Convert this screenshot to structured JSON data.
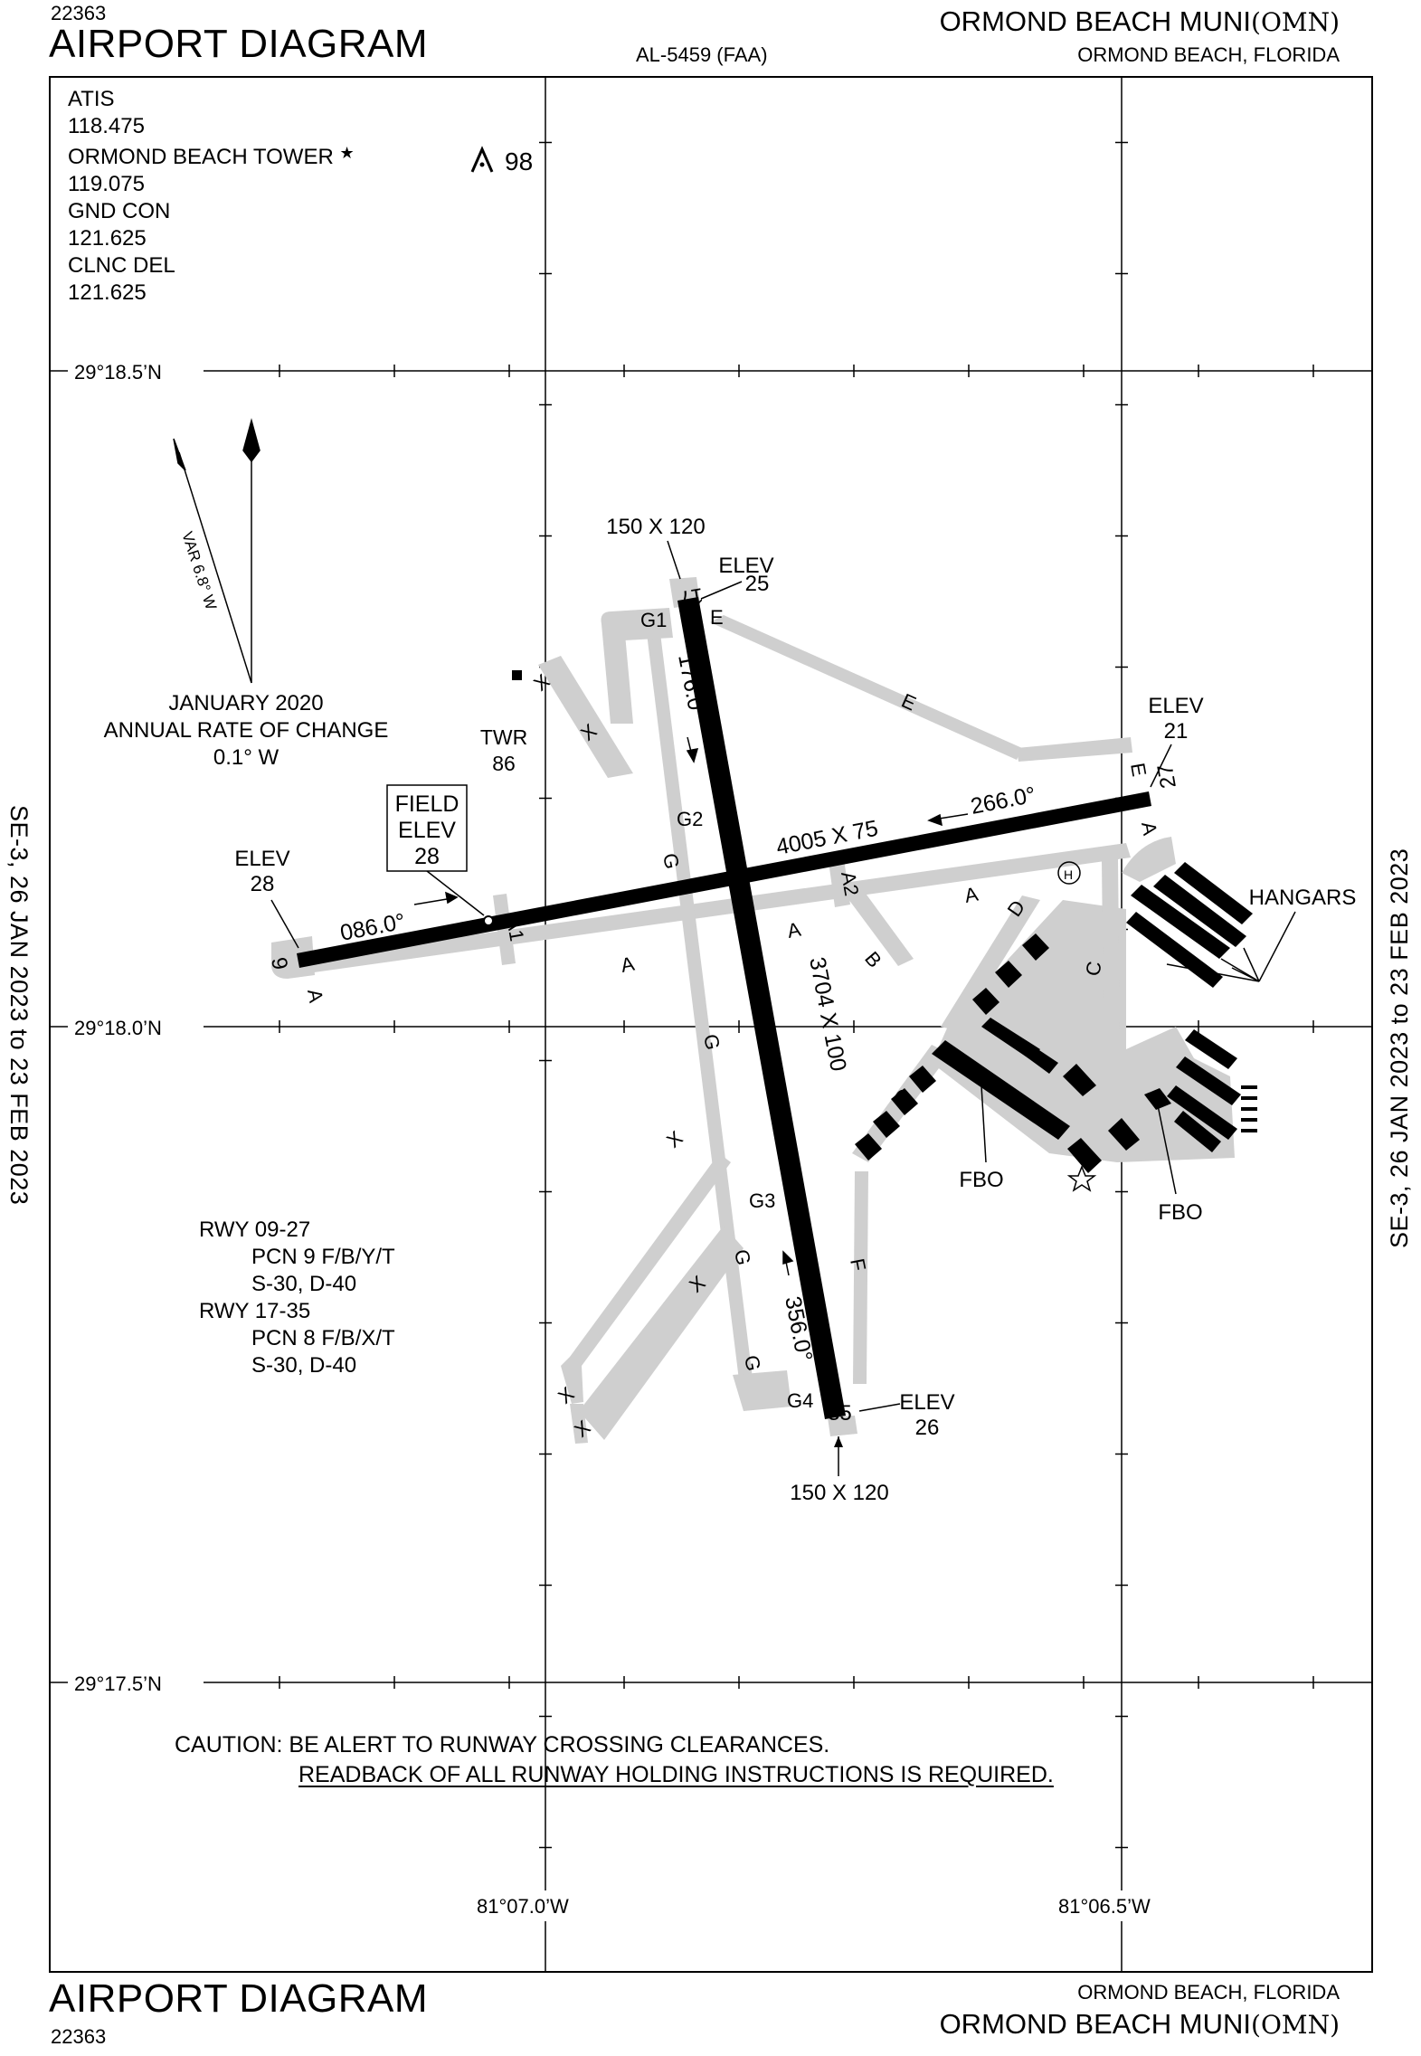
{
  "header": {
    "chart_id_top": "22363",
    "title_top": "AIRPORT DIAGRAM",
    "al_number": "AL-5459 (FAA)",
    "airport_name_top": "ORMOND BEACH MUNI",
    "airport_id_top": "(OMN)",
    "city_state_top": "ORMOND BEACH, FLORIDA"
  },
  "footer": {
    "title_bottom": "AIRPORT DIAGRAM",
    "chart_id_bottom": "22363",
    "city_state_bottom": "ORMOND BEACH, FLORIDA",
    "airport_name_bottom": "ORMOND BEACH MUNI",
    "airport_id_bottom": "(OMN)"
  },
  "side_notes": {
    "left": "SE-3,  26 JAN 2023  to  23 FEB 2023",
    "right": "SE-3,  26 JAN 2023  to  23 FEB 2023"
  },
  "frequencies": [
    "ATIS",
    "118.475",
    "ORMOND BEACH TOWER",
    "119.075",
    "GND CON",
    "121.625",
    "CLNC DEL",
    "121.625"
  ],
  "tower_star": "★",
  "obstacle": {
    "label": "98"
  },
  "grid": {
    "lat_labels": [
      "29°18.5’N",
      "29°18.0’N",
      "29°17.5’N"
    ],
    "lon_labels": [
      "81°07.0’W",
      "81°06.5’W"
    ]
  },
  "magnetic": {
    "variation": "VAR 6.8° W",
    "date": "JANUARY 2020",
    "rate_label": "ANNUAL RATE OF CHANGE",
    "rate": "0.1° W"
  },
  "tower": {
    "label": "TWR",
    "height": "86"
  },
  "field_elevation": {
    "line1": "FIELD",
    "line2": "ELEV",
    "value": "28"
  },
  "runways": {
    "rwy_09_27": {
      "dims": "4005 X 75",
      "hdg_09": "086.0°",
      "hdg_27": "266.0°",
      "end_09": "9",
      "end_27": "27",
      "elev_09": {
        "label": "ELEV",
        "value": "28"
      },
      "elev_27": {
        "label": "ELEV",
        "value": "21"
      }
    },
    "rwy_17_35": {
      "dims": "3704 X 100",
      "hdg_17": "176.0°",
      "hdg_35": "356.0°",
      "end_17": "17",
      "end_35": "35",
      "elev_17": {
        "label": "ELEV",
        "value": "25"
      },
      "elev_35": {
        "label": "ELEV",
        "value": "26"
      },
      "blast_pad_north": "150 X 120",
      "blast_pad_south": "150 X 120"
    }
  },
  "taxiways": {
    "a": "A",
    "a1": "A1",
    "a2": "A2",
    "b": "B",
    "c": "C",
    "d": "D",
    "e": "E",
    "f": "F",
    "g": "G",
    "g1": "G1",
    "g2": "G2",
    "g3": "G3",
    "g4": "G4",
    "x": "X"
  },
  "facilities": {
    "hangars": "HANGARS",
    "fbo": "FBO",
    "heliport": "H"
  },
  "pcn": [
    "RWY 09-27",
    "PCN 9 F/B/Y/T",
    "S-30, D-40",
    "RWY 17-35",
    "PCN 8 F/B/X/T",
    "S-30, D-40"
  ],
  "caution": {
    "line1": "CAUTION: BE ALERT TO RUNWAY CROSSING CLEARANCES.",
    "line2": "READBACK OF ALL RUNWAY HOLDING INSTRUCTIONS IS REQUIRED."
  },
  "colors": {
    "ink": "#000000",
    "pavement": "#cfcfcf",
    "background": "#ffffff"
  }
}
